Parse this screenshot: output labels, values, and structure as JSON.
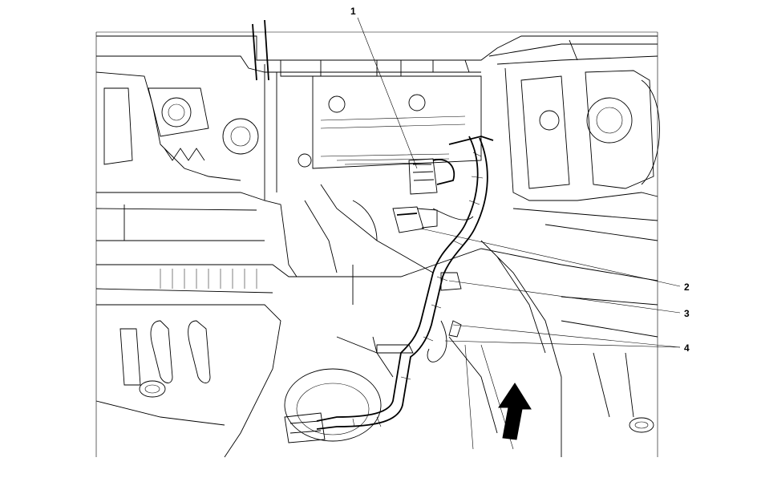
{
  "figure": {
    "callouts": [
      {
        "id": "callout-1",
        "label": "1"
      },
      {
        "id": "callout-2",
        "label": "2"
      },
      {
        "id": "callout-3",
        "label": "3"
      },
      {
        "id": "callout-4",
        "label": "4"
      }
    ],
    "direction_icon": "forward-arrow-icon",
    "colors": {
      "line": "#000000",
      "background": "#ffffff"
    }
  }
}
